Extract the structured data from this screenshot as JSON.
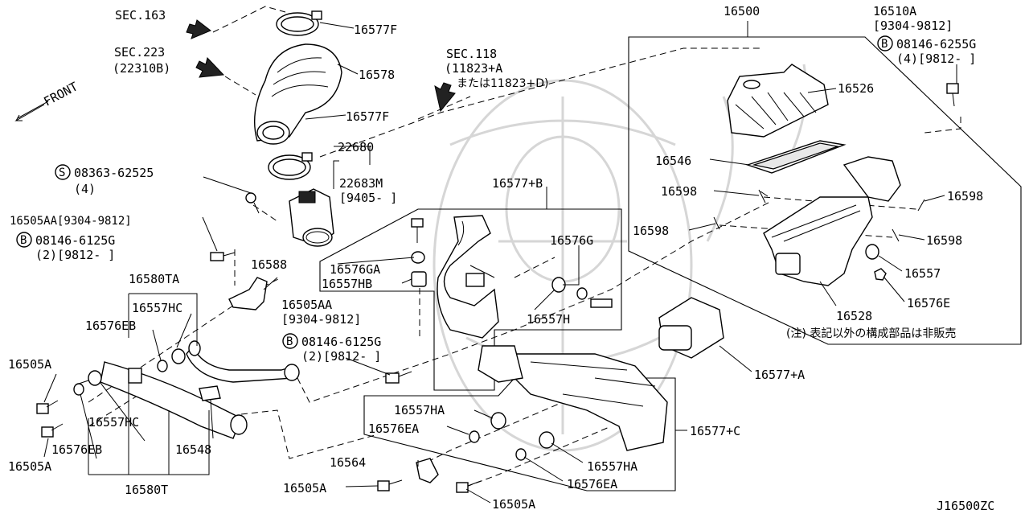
{
  "diagram_code": "J16500ZC",
  "section_refs": {
    "sec163": "SEC.163",
    "sec223": "SEC.223",
    "sec223_sub": "(22310B)",
    "sec118": "SEC.118",
    "sec118_sub1": "(11823+A",
    "sec118_sub2": "または11823+D)"
  },
  "front_label": "FRONT",
  "note": "(注) 表記以外の構成部品は非販売",
  "callouts": {
    "c16500": "16500",
    "c16510A": "16510A",
    "c16510A_range": "[9304-9812]",
    "c08146_6255G": "08146-6255G",
    "c08146_6255G_qty": "(4)[9812- ]",
    "c16526": "16526",
    "c16546": "16546",
    "c16598_a": "16598",
    "c16598_b": "16598",
    "c16598_c": "16598",
    "c16598_d": "16598",
    "c16557": "16557",
    "c16576E": "16576E",
    "c16528": "16528",
    "c16577A": "16577+A",
    "c16577B": "16577+B",
    "c16577C": "16577+C",
    "c16576G": "16576G",
    "c16576GA": "16576GA",
    "c16557HB": "16557HB",
    "c16557H": "16557H",
    "c16577F_top": "16577F",
    "c16578": "16578",
    "c16577F_mid": "16577F",
    "c22680": "22680",
    "c22683M": "22683M",
    "c22683M_range": "[9405-   ]",
    "c08363": "08363-62525",
    "c08363_qty": "(4)",
    "c16505AA_top": "16505AA[9304-9812]",
    "c08146_6125G_top": "08146-6125G",
    "c08146_6125G_top_qty": "(2)[9812- ]",
    "c16588": "16588",
    "c16580TA": "16580TA",
    "c16557HC_top": "16557HC",
    "c16576EB_top": "16576EB",
    "c16505AA_mid": "16505AA",
    "c16505AA_mid_range": "[9304-9812]",
    "c08146_6125G_mid": "08146-6125G",
    "c08146_6125G_mid_qty": "(2)[9812- ]",
    "c16505A_left_top": "16505A",
    "c16557HC_bot": "16557HC",
    "c16576EB_bot": "16576EB",
    "c16548": "16548",
    "c16505A_left_bot": "16505A",
    "c16580T": "16580T",
    "c16557HA_top": "16557HA",
    "c16576EA_top": "16576EA",
    "c16564": "16564",
    "c16505A_bot_left": "16505A",
    "c16557HA_bot": "16557HA",
    "c16576EA_bot": "16576EA",
    "c16505A_bot_right": "16505A"
  },
  "symbols": {
    "bolt_b": "B",
    "screw_s": "S"
  }
}
